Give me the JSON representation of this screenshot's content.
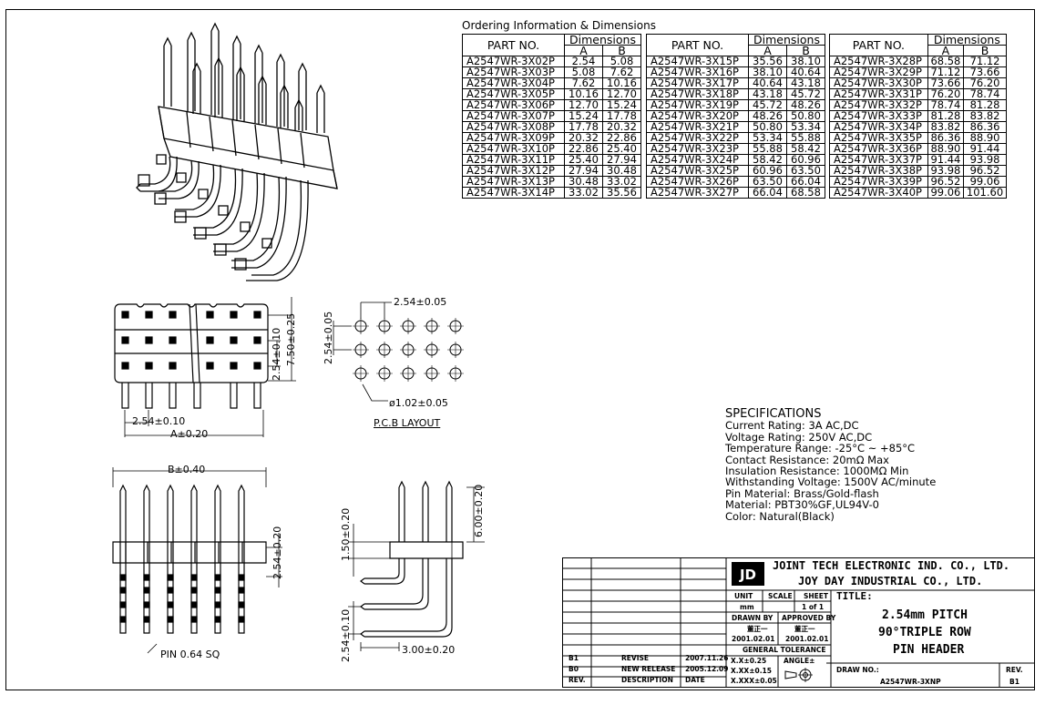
{
  "ordering": {
    "title": "Ordering Information & Dimensions",
    "col_part": "PART NO.",
    "col_dims": "Dimensions",
    "col_a": "A",
    "col_b": "B",
    "tables": [
      [
        [
          "A2547WR-3X02P",
          "2.54",
          "5.08"
        ],
        [
          "A2547WR-3X03P",
          "5.08",
          "7.62"
        ],
        [
          "A2547WR-3X04P",
          "7.62",
          "10.16"
        ],
        [
          "A2547WR-3X05P",
          "10.16",
          "12.70"
        ],
        [
          "A2547WR-3X06P",
          "12.70",
          "15.24"
        ],
        [
          "A2547WR-3X07P",
          "15.24",
          "17.78"
        ],
        [
          "A2547WR-3X08P",
          "17.78",
          "20.32"
        ],
        [
          "A2547WR-3X09P",
          "20.32",
          "22.86"
        ],
        [
          "A2547WR-3X10P",
          "22.86",
          "25.40"
        ],
        [
          "A2547WR-3X11P",
          "25.40",
          "27.94"
        ],
        [
          "A2547WR-3X12P",
          "27.94",
          "30.48"
        ],
        [
          "A2547WR-3X13P",
          "30.48",
          "33.02"
        ],
        [
          "A2547WR-3X14P",
          "33.02",
          "35.56"
        ]
      ],
      [
        [
          "A2547WR-3X15P",
          "35.56",
          "38.10"
        ],
        [
          "A2547WR-3X16P",
          "38.10",
          "40.64"
        ],
        [
          "A2547WR-3X17P",
          "40.64",
          "43.18"
        ],
        [
          "A2547WR-3X18P",
          "43.18",
          "45.72"
        ],
        [
          "A2547WR-3X19P",
          "45.72",
          "48.26"
        ],
        [
          "A2547WR-3X20P",
          "48.26",
          "50.80"
        ],
        [
          "A2547WR-3X21P",
          "50.80",
          "53.34"
        ],
        [
          "A2547WR-3X22P",
          "53.34",
          "55.88"
        ],
        [
          "A2547WR-3X23P",
          "55.88",
          "58.42"
        ],
        [
          "A2547WR-3X24P",
          "58.42",
          "60.96"
        ],
        [
          "A2547WR-3X25P",
          "60.96",
          "63.50"
        ],
        [
          "A2547WR-3X26P",
          "63.50",
          "66.04"
        ],
        [
          "A2547WR-3X27P",
          "66.04",
          "68.58"
        ]
      ],
      [
        [
          "A2547WR-3X28P",
          "68.58",
          "71.12"
        ],
        [
          "A2547WR-3X29P",
          "71.12",
          "73.66"
        ],
        [
          "A2547WR-3X30P",
          "73.66",
          "76.20"
        ],
        [
          "A2547WR-3X31P",
          "76.20",
          "78.74"
        ],
        [
          "A2547WR-3X32P",
          "78.74",
          "81.28"
        ],
        [
          "A2547WR-3X33P",
          "81.28",
          "83.82"
        ],
        [
          "A2547WR-3X34P",
          "83.82",
          "86.36"
        ],
        [
          "A2547WR-3X35P",
          "86.36",
          "88.90"
        ],
        [
          "A2547WR-3X36P",
          "88.90",
          "91.44"
        ],
        [
          "A2547WR-3X37P",
          "91.44",
          "93.98"
        ],
        [
          "A2547WR-3X38P",
          "93.98",
          "96.52"
        ],
        [
          "A2547WR-3X39P",
          "96.52",
          "99.06"
        ],
        [
          "A2547WR-3X40P",
          "99.06",
          "101.60"
        ]
      ]
    ]
  },
  "specs": {
    "title": "SPECIFICATIONS",
    "lines": [
      "Current Rating: 3A AC,DC",
      "Voltage Rating: 250V AC,DC",
      "Temperature Range: -25°C ~ +85°C",
      "Contact Resistance: 20mΩ Max",
      "Insulation Resistance: 1000MΩ Min",
      "Withstanding Voltage: 1500V AC/minute",
      "Pin Material: Brass/Gold-flash",
      "Material: PBT30%GF,UL94V-0",
      "Color: Natural(Black)"
    ]
  },
  "dims": {
    "top_pitch": "2.54±0.10",
    "top_a": "A±0.20",
    "top_row": "2.54±0.10",
    "top_height": "7.50±0.25",
    "pcb_pitch_h": "2.54±0.05",
    "pcb_pitch_v": "2.54±0.05",
    "pcb_hole": "ø1.02±0.05",
    "pcb_label": "P.C.B LAYOUT",
    "front_b": "B±0.40",
    "front_h": "2.54±0.20",
    "front_pin": "PIN 0.64 SQ",
    "side_top": "6.00±0.20",
    "side_mid": "1.50±0.20",
    "side_row": "2.54±0.10",
    "side_tail": "3.00±0.20"
  },
  "titleblock": {
    "company1": "JOINT TECH ELECTRONIC IND. CO., LTD.",
    "company2": "JOY DAY INDUSTRIAL CO., LTD.",
    "unit_label": "UNIT",
    "unit_value": "mm",
    "scale_label": "SCALE",
    "sheet_label": "SHEET",
    "sheet_value": "1 of 1",
    "title_label": "TITLE:",
    "title1": "2.54mm PITCH",
    "title2": "90°TRIPLE ROW",
    "title3": "PIN HEADER",
    "drawn_label": "DRAWN BY",
    "drawn_name": "董正一",
    "drawn_date": "2001.02.01",
    "approved_label": "APPROVED BY",
    "approved_name": "董正一",
    "approved_date": "2001.02.01",
    "tol_label": "GENERAL TOLERANCE",
    "tol1": "X.X±0.25",
    "tol2": "X.XX±0.15",
    "tol3": "X.XXX±0.05",
    "angle_label": "ANGLE±",
    "drawno_label": "DRAW NO.:",
    "drawno_value": "A2547WR-3XNP",
    "rev_label": "REV.",
    "rev_value": "B1",
    "rev_rows": [
      [
        "B1",
        "REVISE",
        "2007.11.26"
      ],
      [
        "B0",
        "NEW RELEASE",
        "2005.12.09"
      ],
      [
        "REV.",
        "DESCRIPTION",
        "DATE"
      ]
    ]
  }
}
